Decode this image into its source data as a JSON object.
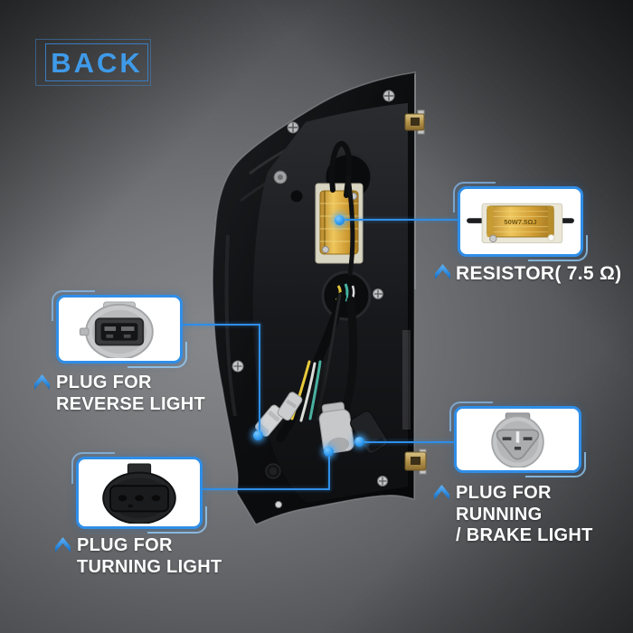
{
  "header": {
    "back_label": "BACK"
  },
  "colors": {
    "accent_blue": "#2F8FE8",
    "badge_blue": "#3F9BEA",
    "label_white": "#FFFFFF",
    "card_background": "#FFFFFF",
    "resistor_gold": "#D9A83C",
    "background_center_gray": "#85878A",
    "background_edge_gray": "#202224"
  },
  "icons": {
    "pointer_arrows": "up-chevron-arrow-icon",
    "callout_markers": "blue-dot-marker"
  },
  "callouts": {
    "resistor": {
      "label": "RESISTOR( 7.5 Ω)",
      "image": "gold 50W load resistor on plate",
      "marking": "50W7.5ΩJ"
    },
    "reverse": {
      "line1": "PLUG FOR",
      "line2": "REVERSE LIGHT",
      "image": "gray round 2-pin plug"
    },
    "turning": {
      "line1": "PLUG FOR",
      "line2": "TURNING LIGHT",
      "image": "black round 3-pin plug"
    },
    "running": {
      "line1": "PLUG FOR",
      "line2": "RUNNING",
      "line3": "/ BRAKE LIGHT",
      "image": "gray triangular 3-pin plug"
    }
  },
  "subject": {
    "description": "back view of tail light housing with wiring harness"
  }
}
